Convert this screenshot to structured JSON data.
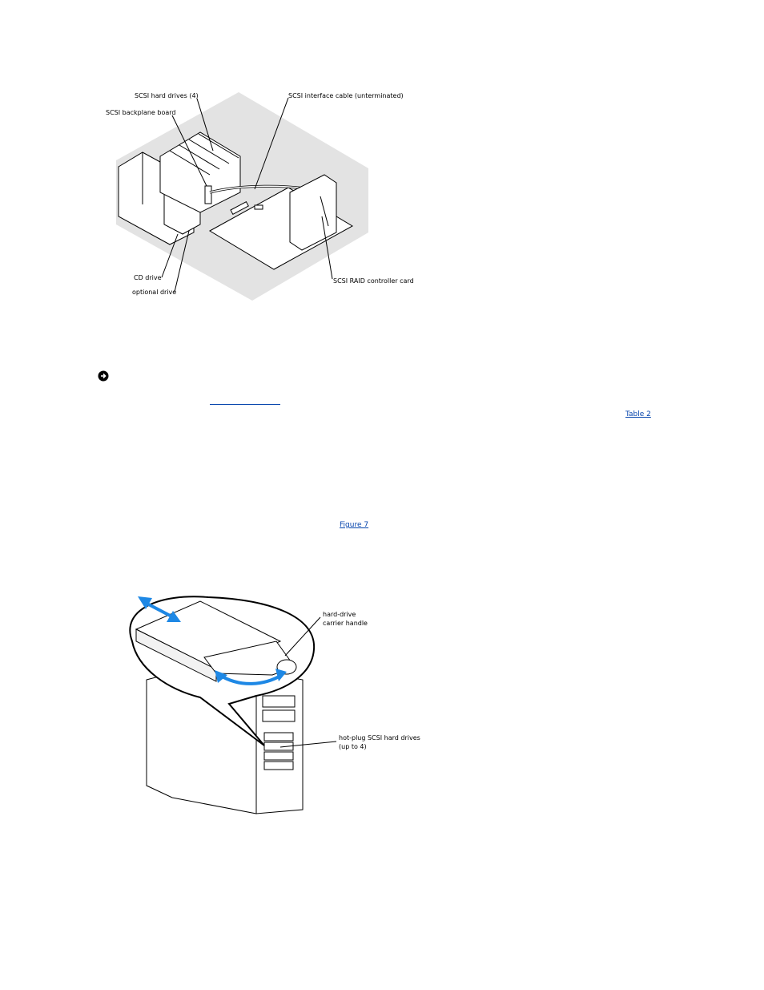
{
  "figure1": {
    "labels": {
      "hard_drives": "SCSI hard drives (4)",
      "interface_cable": "SCSI interface cable (unterminated)",
      "backplane": "SCSI backplane board",
      "cd_drive": "CD drive",
      "optional_drive": "optional drive",
      "raid_card": "SCSI RAID controller card"
    }
  },
  "notice_icon": "notice-icon",
  "links": {
    "link1": "",
    "table2": "Table 2",
    "figure7": "Figure 7"
  },
  "figure2": {
    "labels": {
      "carrier_handle_1": "hard-drive",
      "carrier_handle_2": "carrier handle",
      "hot_plug_1": "hot-plug SCSI hard drives",
      "hot_plug_2": "(up to 4)"
    },
    "arrow_color": "#1e88e5"
  }
}
